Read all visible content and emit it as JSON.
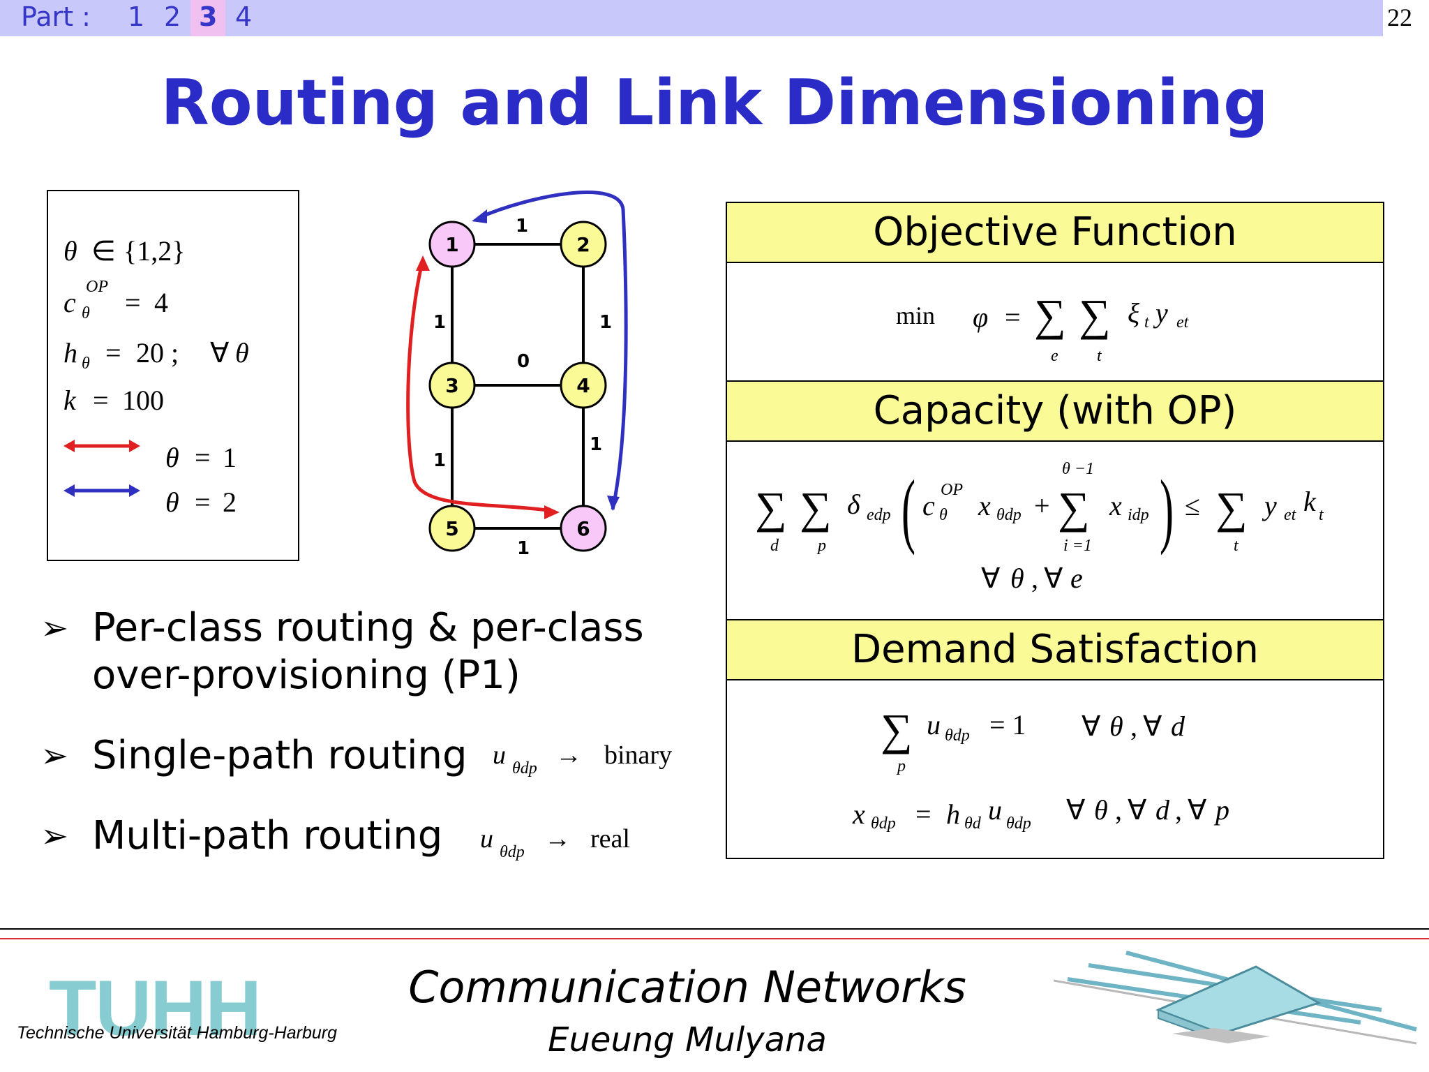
{
  "nav": {
    "part_label": "Part :",
    "parts": [
      "1",
      "2",
      "3",
      "4"
    ],
    "active_part": "3",
    "page_number": "22"
  },
  "title": "Routing and Link Dimensioning",
  "params": {
    "theta_set": "{1,2}",
    "c_value": "4",
    "h_value": "20 ;",
    "k_value": "100",
    "legend": [
      {
        "theta": "1",
        "color": "#e02020"
      },
      {
        "theta": "2",
        "color": "#3030c0"
      }
    ]
  },
  "graph": {
    "nodes": [
      {
        "id": "1",
        "fill": "#f8c8f8"
      },
      {
        "id": "2",
        "fill": "#fafa96"
      },
      {
        "id": "3",
        "fill": "#fafa96"
      },
      {
        "id": "4",
        "fill": "#fafa96"
      },
      {
        "id": "5",
        "fill": "#fafa96"
      },
      {
        "id": "6",
        "fill": "#f8c8f8"
      }
    ],
    "edge_weights": {
      "1-2": "1",
      "1-3": "1",
      "2-4": "1",
      "3-4": "0",
      "3-5": "1",
      "4-6": "1",
      "5-6": "1"
    }
  },
  "bullets": [
    {
      "lines": [
        "Per-class routing & per-class",
        "over-provisioning (P1)"
      ]
    },
    {
      "lines": [
        "Single-path routing"
      ],
      "var": "u",
      "var_sub": "θdp",
      "arrow": "→",
      "result": "binary"
    },
    {
      "lines": [
        "Multi-path routing"
      ],
      "var": "u",
      "var_sub": "θdp",
      "arrow": "→",
      "result": "real"
    }
  ],
  "sections": {
    "objective": "Objective Function",
    "capacity": "Capacity (with OP)",
    "demand": "Demand Satisfaction"
  },
  "formulas": {
    "min_label": "min",
    "binary": "binary",
    "real": "real"
  },
  "footer": {
    "course": "Communication Networks",
    "author": "Eueung Mulyana",
    "logo_text": "TUHH",
    "logo_subtitle": "Technische Universität Hamburg-Harburg"
  },
  "colors": {
    "title": "#2b2bc8",
    "nav_bar": "#c8c8fa",
    "header_fill": "#fafa96",
    "theta1": "#e02020",
    "theta2": "#3030c0",
    "logo": "#86ccd0"
  }
}
